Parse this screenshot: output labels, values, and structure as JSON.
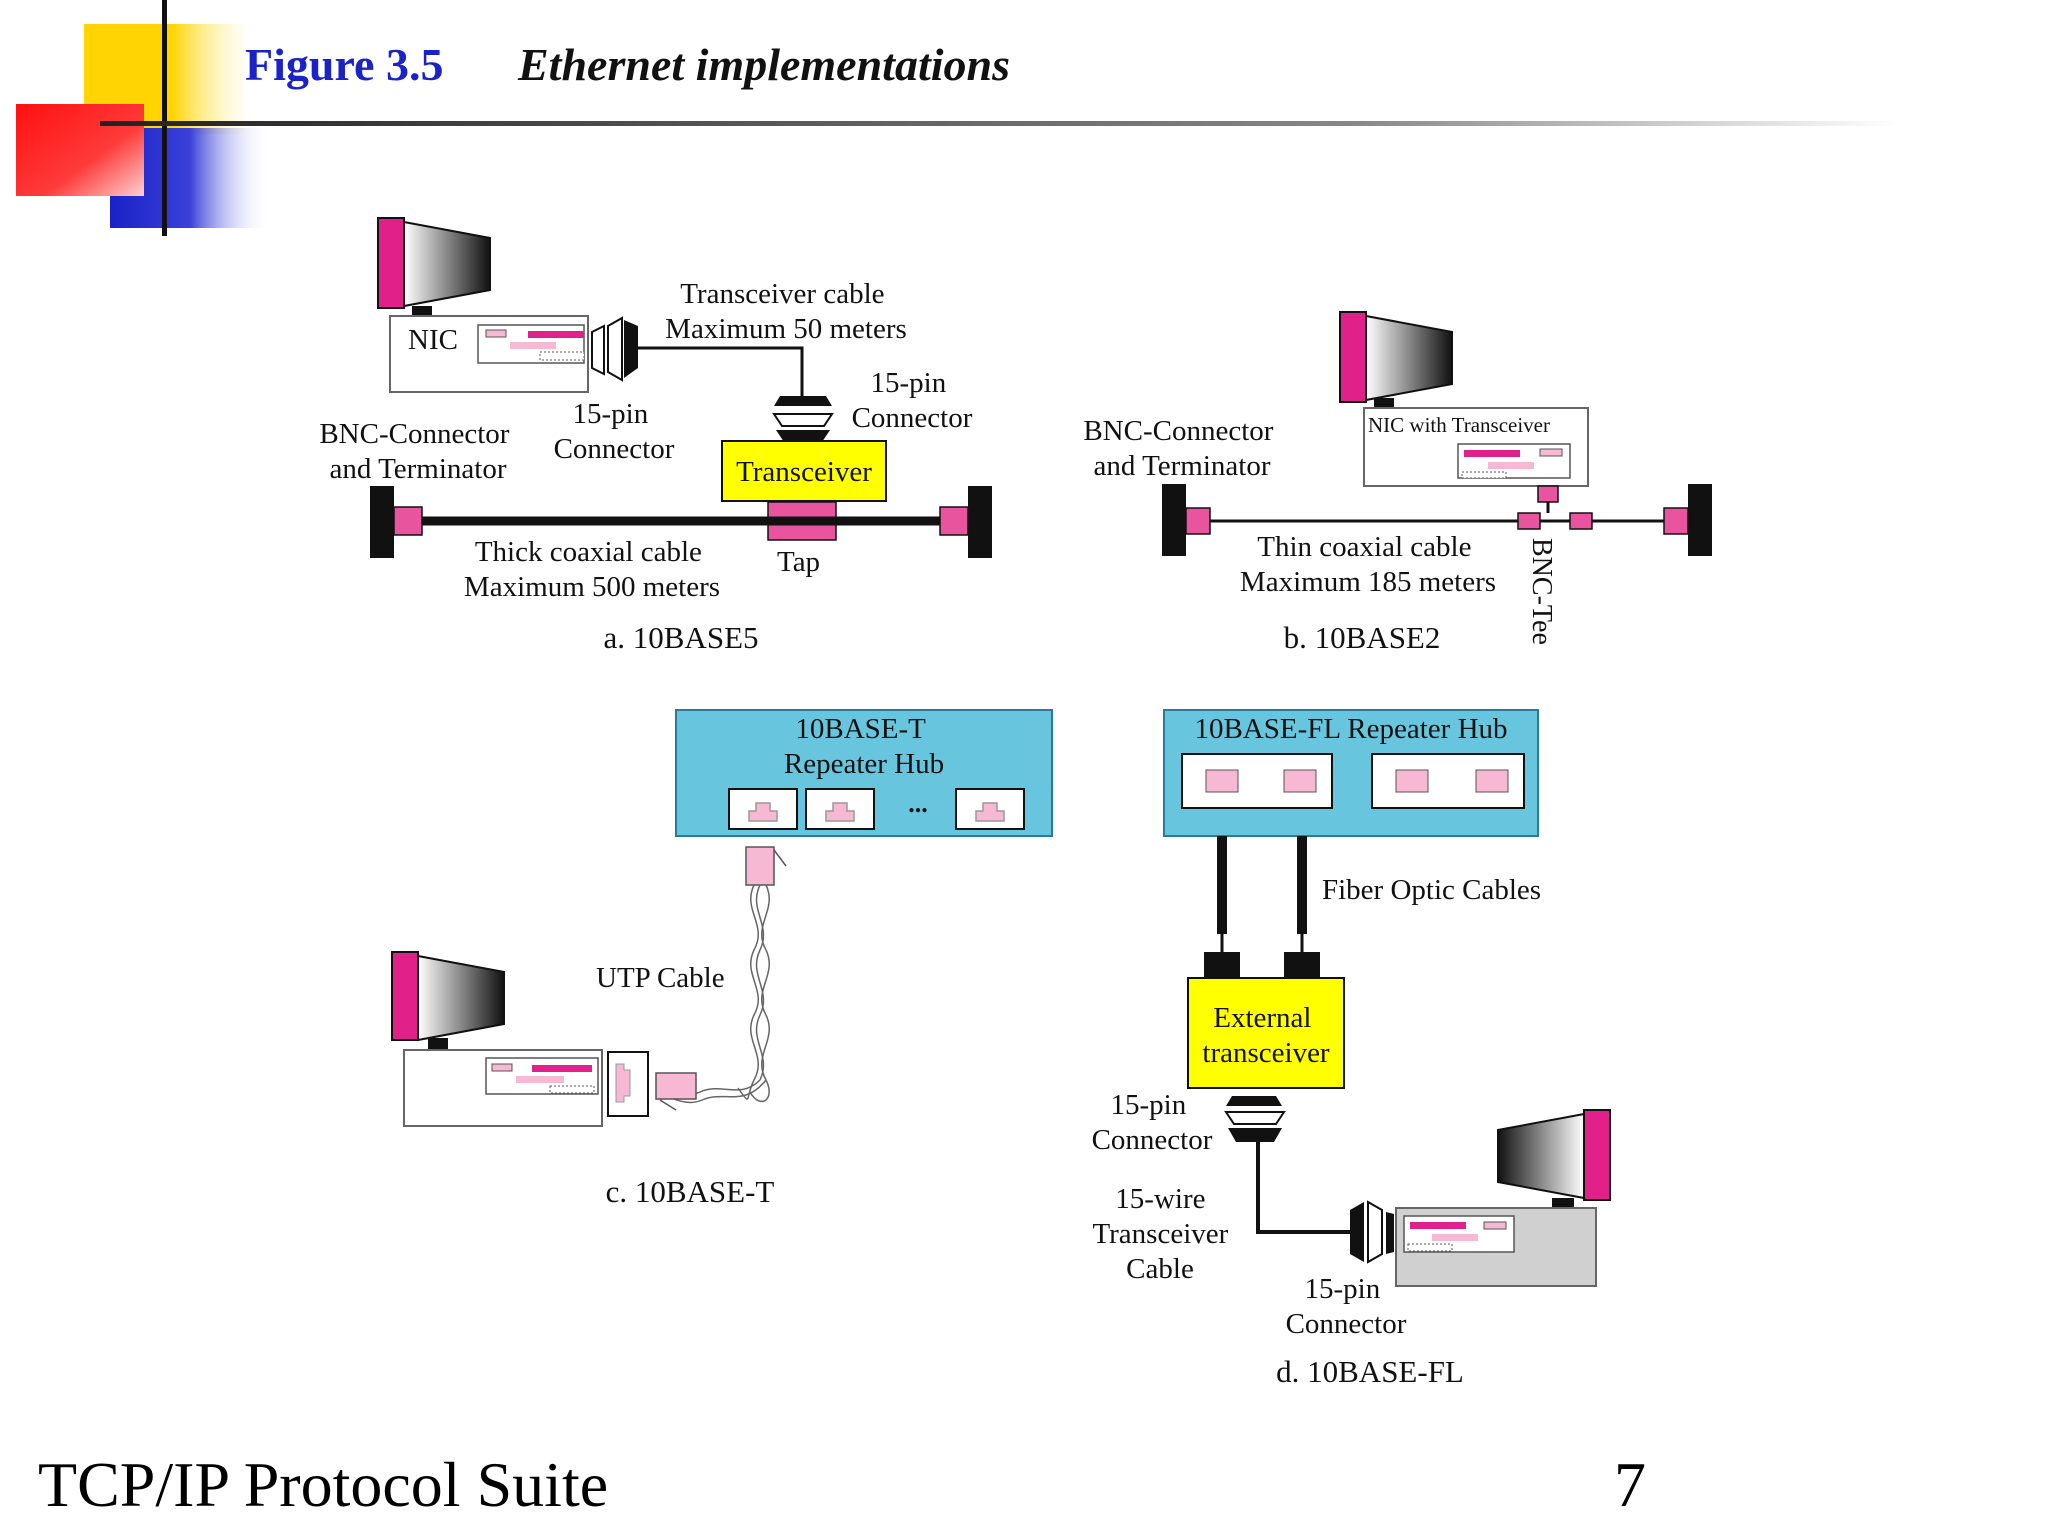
{
  "header": {
    "figure_number": "Figure 3.5",
    "figure_title": "Ethernet implementations"
  },
  "panel_a": {
    "caption": "a. 10BASE5",
    "nic_label": "NIC",
    "transceiver_cable": [
      "Transceiver cable",
      "Maximum 50 meters"
    ],
    "pin_connector_right": [
      "15-pin",
      "Connector"
    ],
    "pin_connector_left": [
      "15-pin",
      "Connector"
    ],
    "bnc_label": [
      "BNC-Connector",
      "and Terminator"
    ],
    "transceiver_label": "Transceiver",
    "tap_label": "Tap",
    "cable_label": [
      "Thick coaxial cable",
      "Maximum 500 meters"
    ]
  },
  "panel_b": {
    "caption": "b. 10BASE2",
    "bnc_label": [
      "BNC-Connector",
      "and Terminator"
    ],
    "nic_label": "NIC with Transceiver",
    "cable_label": [
      "Thin coaxial cable",
      "Maximum  185 meters"
    ],
    "tee_label": "BNC-Tee"
  },
  "panel_c": {
    "caption": "c. 10BASE-T",
    "hub_label": [
      "10BASE-T",
      "Repeater Hub"
    ],
    "ellipsis": "...",
    "utp_label": "UTP Cable"
  },
  "panel_d": {
    "caption": "d. 10BASE-FL",
    "hub_label": "10BASE-FL  Repeater Hub",
    "fiber_label": "Fiber Optic Cables",
    "ext_transceiver": [
      "External",
      "transceiver"
    ],
    "pin_connector_top": [
      "15-pin",
      "Connector"
    ],
    "wire_cable": [
      "15-wire",
      "Transceiver",
      "Cable"
    ],
    "pin_connector_bottom": [
      "15-pin",
      "Connector"
    ]
  },
  "footer": {
    "suite": "TCP/IP Protocol Suite",
    "page": "7"
  },
  "colors": {
    "accent_blue": "#1a22c8",
    "magenta": "#e0218a",
    "pink": "#f7b8d4",
    "yellow": "#ffff00",
    "hub_blue": "#67c6de"
  }
}
